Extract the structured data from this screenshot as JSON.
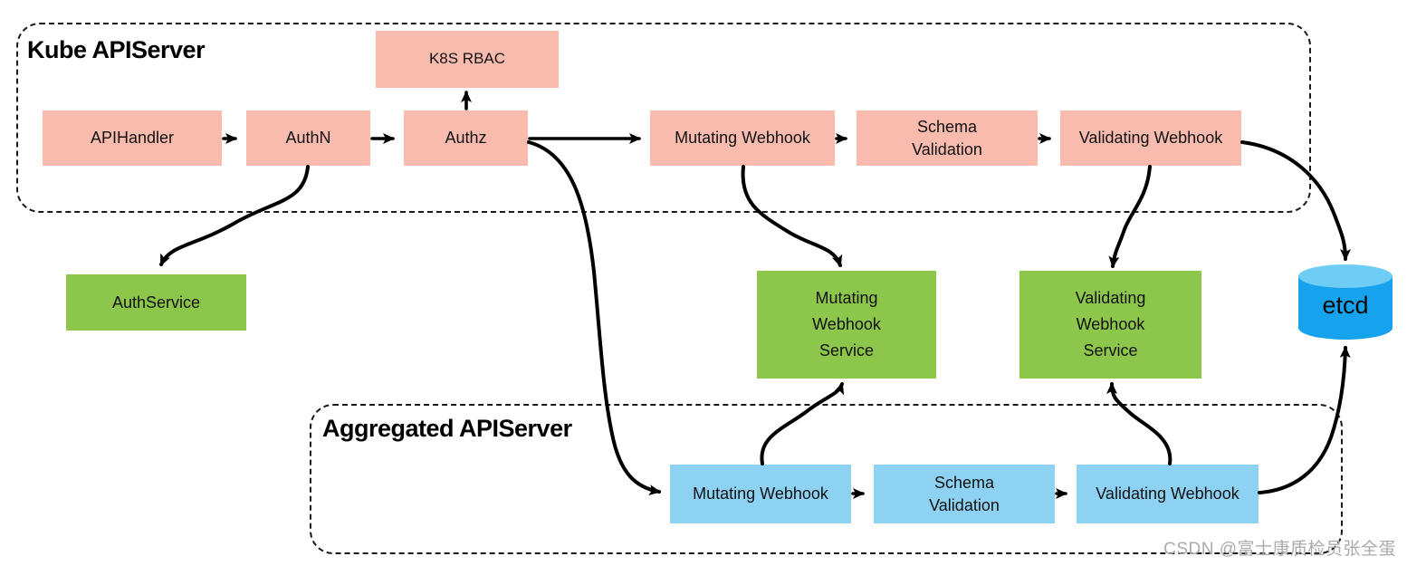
{
  "regions": {
    "kube": {
      "label": "Kube APIServer"
    },
    "aggregated": {
      "label": "Aggregated APIServer"
    }
  },
  "nodes": {
    "api_handler": {
      "label": "APIHandler"
    },
    "auth_n": {
      "label": "AuthN"
    },
    "auth_z": {
      "label": "Authz"
    },
    "k8s_rbac": {
      "label": "K8S RBAC"
    },
    "mutating_webhook_kube": {
      "label": "Mutating Webhook"
    },
    "schema_validation_kube": {
      "label": "Schema\nValidation"
    },
    "validating_webhook_kube": {
      "label": "Validating Webhook"
    },
    "auth_service": {
      "label": "AuthService"
    },
    "mutating_webhook_service": {
      "label": "Mutating\nWebhook\nService"
    },
    "validating_webhook_service": {
      "label": "Validating\nWebhook\nService"
    },
    "mutating_webhook_agg": {
      "label": "Mutating Webhook"
    },
    "schema_validation_agg": {
      "label": "Schema\nValidation"
    },
    "validating_webhook_agg": {
      "label": "Validating Webhook"
    },
    "etcd": {
      "label": "etcd"
    }
  },
  "edges": [
    {
      "from": "api_handler",
      "to": "auth_n"
    },
    {
      "from": "auth_n",
      "to": "auth_z"
    },
    {
      "from": "auth_z",
      "to": "k8s_rbac"
    },
    {
      "from": "auth_z",
      "to": "mutating_webhook_kube"
    },
    {
      "from": "mutating_webhook_kube",
      "to": "schema_validation_kube"
    },
    {
      "from": "schema_validation_kube",
      "to": "validating_webhook_kube"
    },
    {
      "from": "auth_n",
      "to": "auth_service"
    },
    {
      "from": "auth_z",
      "to": "mutating_webhook_agg"
    },
    {
      "from": "mutating_webhook_kube",
      "to": "mutating_webhook_service"
    },
    {
      "from": "validating_webhook_kube",
      "to": "validating_webhook_service"
    },
    {
      "from": "validating_webhook_kube",
      "to": "etcd"
    },
    {
      "from": "mutating_webhook_agg",
      "to": "schema_validation_agg"
    },
    {
      "from": "schema_validation_agg",
      "to": "validating_webhook_agg"
    },
    {
      "from": "mutating_webhook_agg",
      "to": "mutating_webhook_service"
    },
    {
      "from": "validating_webhook_agg",
      "to": "validating_webhook_service"
    },
    {
      "from": "validating_webhook_agg",
      "to": "etcd"
    }
  ],
  "watermark": {
    "text": "CSDN @富士康质检员张全蛋"
  },
  "colors": {
    "kube_node_fill": "#F9BBAE",
    "service_node_fill": "#8CC64B",
    "aggregated_node_fill": "#8DD2F3",
    "etcd_body": "#17A2EE",
    "etcd_top": "#6FCDF5",
    "line": "#000000",
    "watermark": "#ABABAB"
  }
}
